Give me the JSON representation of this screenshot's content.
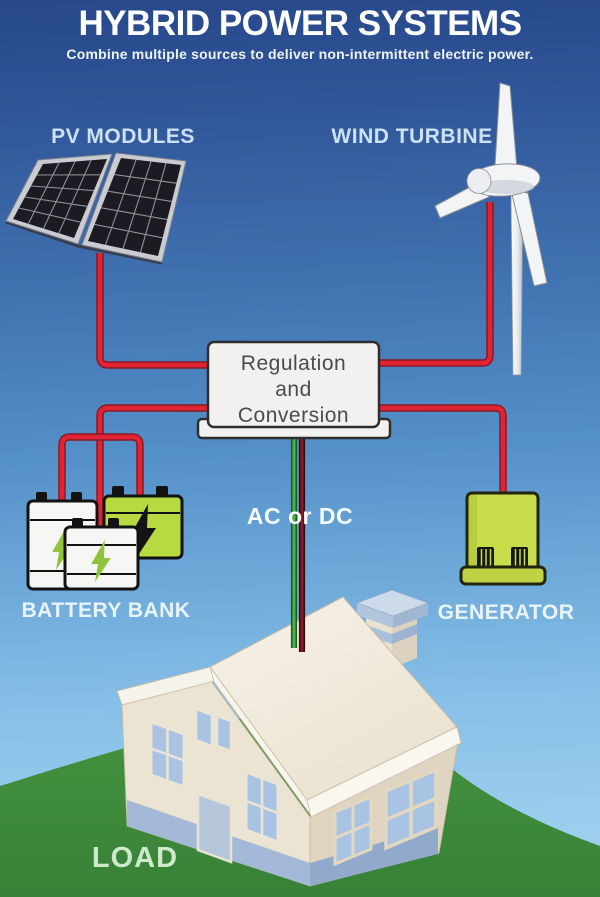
{
  "header": {
    "title": "HYBRID POWER SYSTEMS",
    "subtitle": "Combine multiple sources to deliver non-intermittent electric power."
  },
  "labels": {
    "pv_modules": "PV MODULES",
    "wind_turbine": "WIND TURBINE",
    "battery_bank": "BATTERY BANK",
    "generator": "GENERATOR",
    "ac_or_dc": "AC or DC",
    "load": "LOAD"
  },
  "regulation_box": {
    "lines": [
      "Regulation",
      "and",
      "Conversion"
    ]
  },
  "icons": {
    "pv_modules": "solar-panels-icon",
    "wind_turbine": "wind-turbine-icon",
    "battery_bank": "battery-bank-icon",
    "generator": "generator-icon",
    "load": "house-icon"
  },
  "colors": {
    "wire_red": "#e02434",
    "wire_green": "#4bb04a",
    "wire_dark_red": "#8a1a24",
    "lime_green": "#c9dc4b",
    "sky_top": "#27488b",
    "sky_bottom": "#9bcdee",
    "hill_green": "#3f8f3d",
    "label_light_blue": "#cde1f4",
    "label_white": "#ffffff",
    "label_mint": "#cfe9cb"
  }
}
